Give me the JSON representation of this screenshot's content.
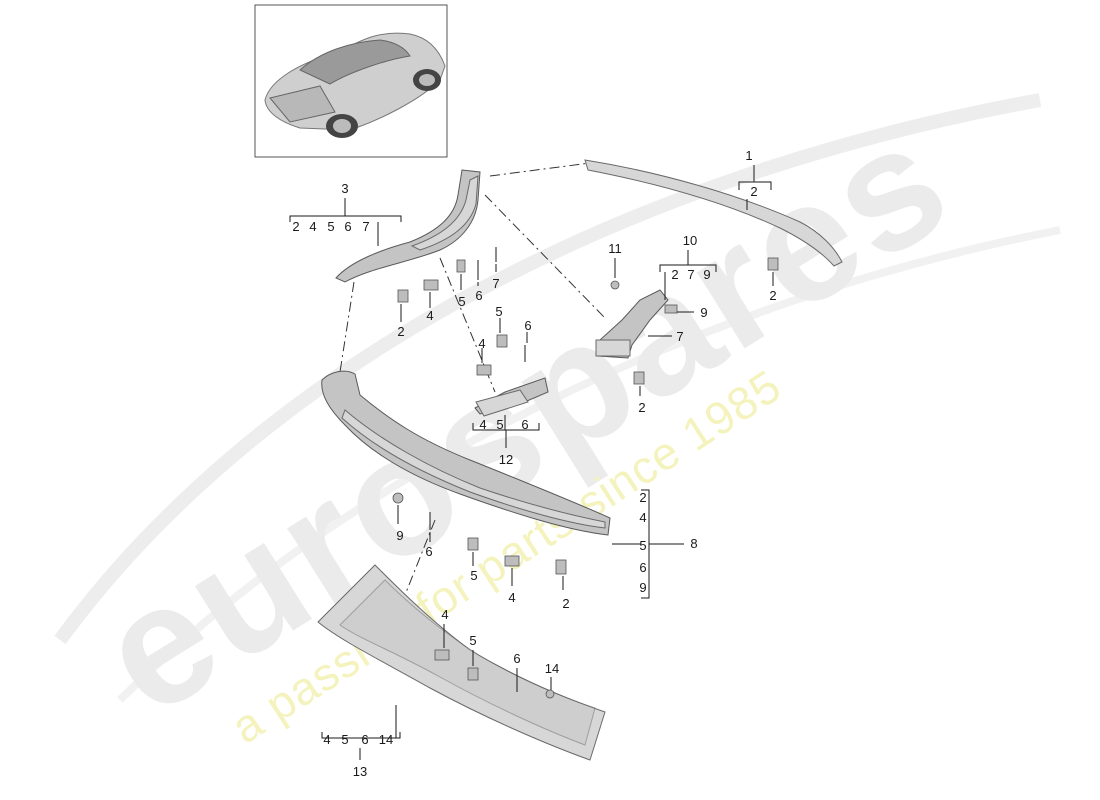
{
  "watermark": {
    "brand": "eurospares",
    "tagline": "a passion for parts since 1985"
  },
  "callouts": {
    "c1": "1",
    "c1_sub": "2",
    "c3": "3",
    "c3_sub": [
      "2",
      "4",
      "5",
      "6",
      "7"
    ],
    "c10": "10",
    "c10_sub": [
      "2",
      "7",
      "9"
    ],
    "c11": "11",
    "c12": "12",
    "c12_sub": [
      "4",
      "5",
      "6"
    ],
    "c8": "8",
    "c8_sub": [
      "2",
      "4",
      "5",
      "6",
      "9"
    ],
    "c13": "13",
    "c13_sub": [
      "4",
      "5",
      "6",
      "14"
    ],
    "labels": [
      {
        "id": "n2a",
        "text": "2"
      },
      {
        "id": "n4a",
        "text": "4"
      },
      {
        "id": "n5a",
        "text": "5"
      },
      {
        "id": "n6a",
        "text": "6"
      },
      {
        "id": "n7a",
        "text": "7"
      },
      {
        "id": "n2b",
        "text": "2"
      },
      {
        "id": "n9a",
        "text": "9"
      },
      {
        "id": "n7b",
        "text": "7"
      },
      {
        "id": "n5b",
        "text": "5"
      },
      {
        "id": "n6b",
        "text": "6"
      },
      {
        "id": "n4b",
        "text": "4"
      },
      {
        "id": "n2c",
        "text": "2"
      },
      {
        "id": "n9b",
        "text": "9"
      },
      {
        "id": "n6c",
        "text": "6"
      },
      {
        "id": "n5c",
        "text": "5"
      },
      {
        "id": "n4c",
        "text": "4"
      },
      {
        "id": "n2d",
        "text": "2"
      },
      {
        "id": "n4d",
        "text": "4"
      },
      {
        "id": "n5d",
        "text": "5"
      },
      {
        "id": "n6d",
        "text": "6"
      },
      {
        "id": "n14",
        "text": "14"
      }
    ]
  }
}
